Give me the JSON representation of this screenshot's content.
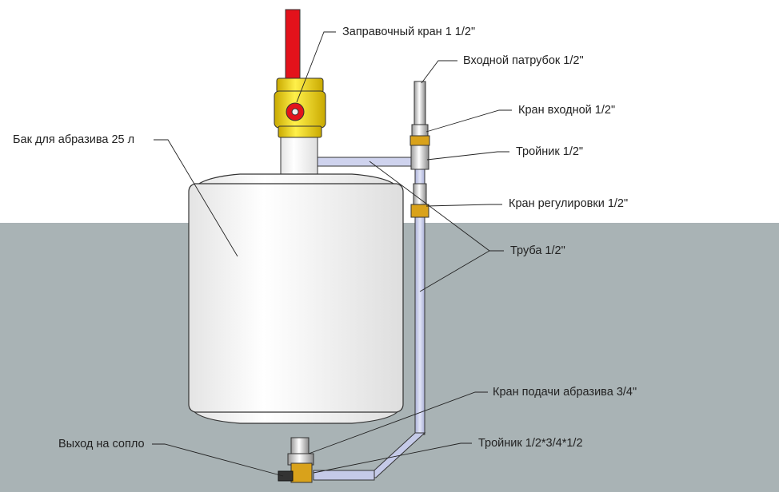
{
  "labels": {
    "fill_valve": "Заправочный кран 1 1/2\"",
    "inlet": "Входной патрубок 1/2\"",
    "inlet_valve": "Кран входной 1/2\"",
    "tee": "Тройник 1/2\"",
    "tank": "Бак для абразива 25 л",
    "regulating_valve": "Кран регулировки 1/2\"",
    "pipe": "Труба 1/2\"",
    "abrasive_valve": "Кран подачи абразива 3/4\"",
    "nozzle_outlet": "Выход на сопло",
    "bottom_tee": "Тройник 1/2*3/4*1/2"
  },
  "colors": {
    "sky": "#ffffff",
    "ground": "#a9b3b5",
    "tank": "#f7f7f7",
    "pipe": "#c8cde8",
    "valve_brass": "#f2d300",
    "handle_red": "#e3121b"
  }
}
